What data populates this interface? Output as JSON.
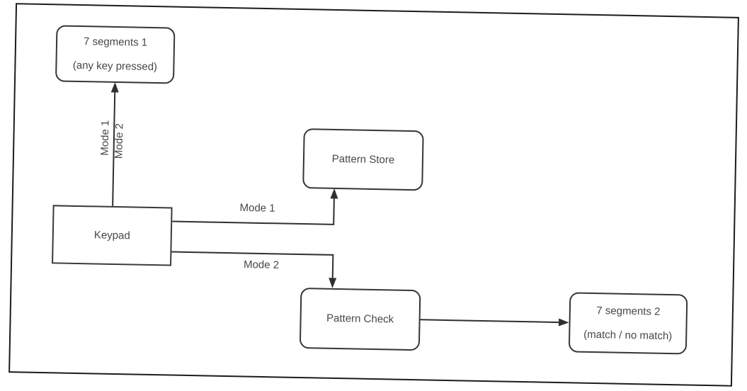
{
  "colors": {
    "line": "#2f2f2f",
    "text": "#474747",
    "background": "#ffffff"
  },
  "nodes": {
    "seg1": {
      "line1": "7 segments 1",
      "line2": "(any key pressed)"
    },
    "keypad": {
      "label": "Keypad"
    },
    "pattern_store": {
      "label": "Pattern Store"
    },
    "pattern_check": {
      "label": "Pattern Check"
    },
    "seg2": {
      "line1": "7 segments 2",
      "line2": "(match / no match)"
    }
  },
  "edges": {
    "keypad_to_seg1": {
      "label_mode1": "Mode 1",
      "label_mode2": "Mode 2"
    },
    "keypad_to_pattern_store": {
      "label": "Mode 1"
    },
    "keypad_to_pattern_check": {
      "label": "Mode 2"
    },
    "pattern_check_to_seg2": {
      "label": ""
    }
  }
}
